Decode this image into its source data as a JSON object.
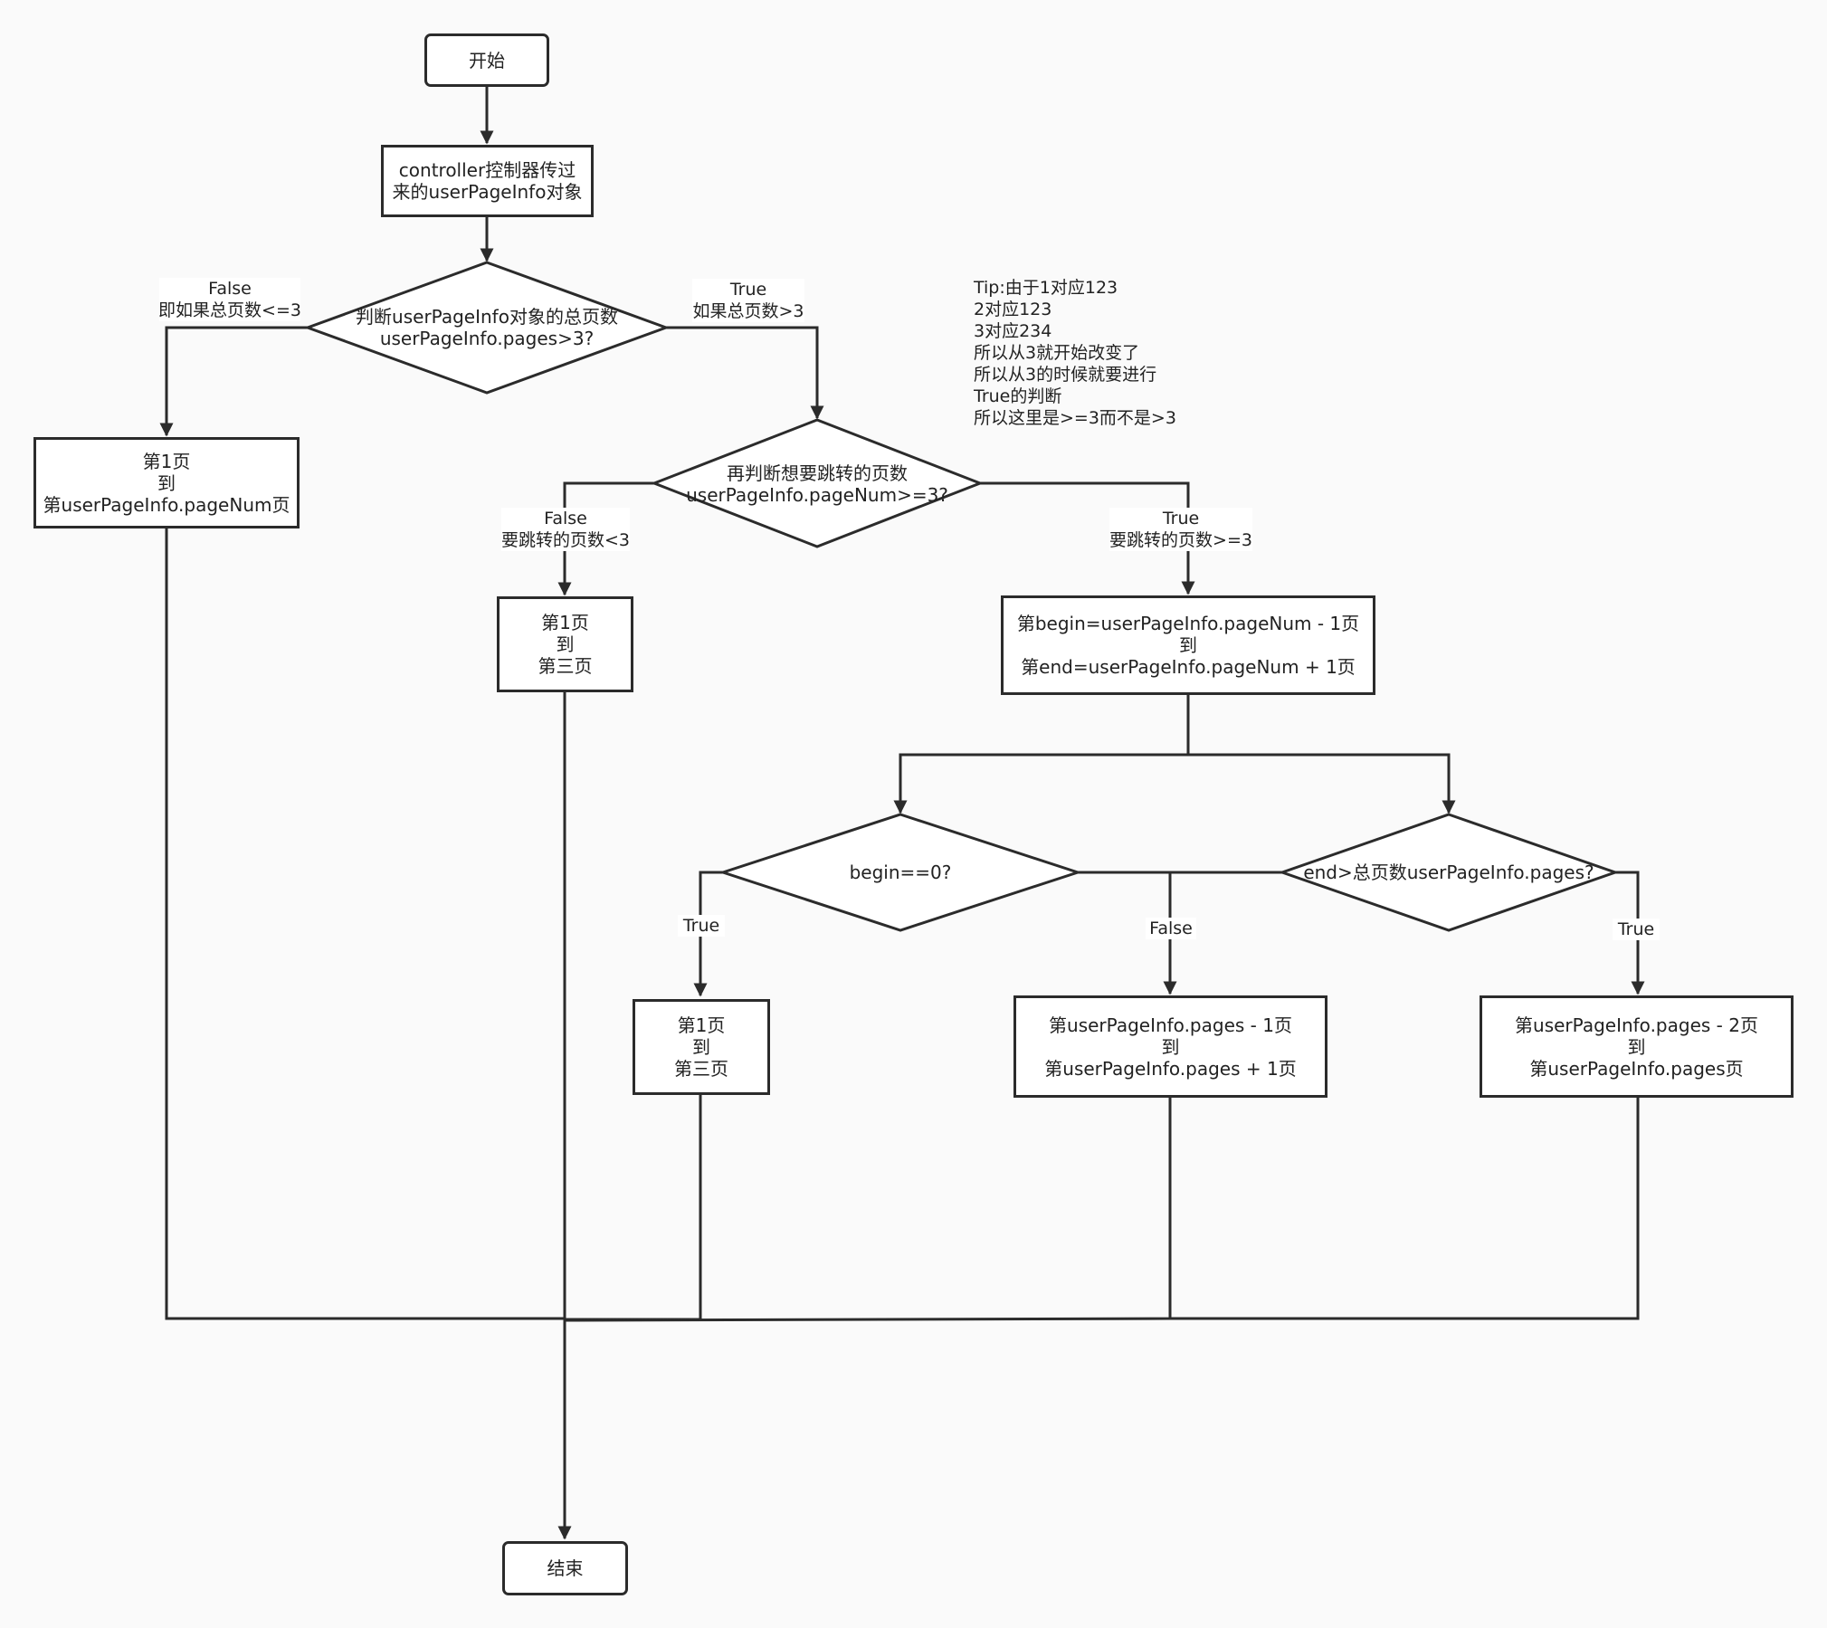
{
  "nodes": {
    "start": {
      "lines": [
        "开始"
      ]
    },
    "input": {
      "lines": [
        "controller控制器传过",
        "来的userPageInfo对象"
      ]
    },
    "decision_pages": {
      "lines": [
        "判断userPageInfo对象的总页数",
        "userPageInfo.pages>3?"
      ]
    },
    "box_left": {
      "lines": [
        "第1页",
        "到",
        "第userPageInfo.pageNum页"
      ]
    },
    "decision_pagenum": {
      "lines": [
        "再判断想要跳转的页数",
        "userPageInfo.pageNum>=3?"
      ]
    },
    "box_mid": {
      "lines": [
        "第1页",
        "到",
        "第三页"
      ]
    },
    "box_range": {
      "lines": [
        "第begin=userPageInfo.pageNum -  1页",
        "到",
        "第end=userPageInfo.pageNum + 1页"
      ]
    },
    "decision_begin": {
      "lines": [
        "begin==0?"
      ]
    },
    "decision_end": {
      "lines": [
        "end>总页数userPageInfo.pages?"
      ]
    },
    "box_begin_true": {
      "lines": [
        "第1页",
        "到",
        "第三页"
      ]
    },
    "box_end_false": {
      "lines": [
        "第userPageInfo.pages - 1页",
        "到",
        "第userPageInfo.pages + 1页"
      ]
    },
    "box_end_true": {
      "lines": [
        "第userPageInfo.pages - 2页",
        "到",
        "第userPageInfo.pages页"
      ]
    },
    "end": {
      "lines": [
        "结束"
      ]
    }
  },
  "edge_labels": {
    "pages_false": {
      "lines": [
        "False",
        "即如果总页数<=3"
      ]
    },
    "pages_true": {
      "lines": [
        "True",
        "如果总页数>3"
      ]
    },
    "pagenum_false": {
      "lines": [
        "False",
        "要跳转的页数<3"
      ]
    },
    "pagenum_true": {
      "lines": [
        "True",
        "要跳转的页数>=3"
      ]
    },
    "begin_true": {
      "lines": [
        "True"
      ]
    },
    "end_false": {
      "lines": [
        "False"
      ]
    },
    "end_true": {
      "lines": [
        "True"
      ]
    }
  },
  "tip": {
    "lines": [
      "Tip:由于1对应123",
      "2对应123",
      "3对应234",
      "所以从3就开始改变了",
      "所以从3的时候就要进行",
      "True的判断",
      "所以这里是>=3而不是>3"
    ]
  },
  "colors": {
    "stroke": "#2b2b2b",
    "background": "#fafafa",
    "node_fill": "#ffffff"
  }
}
